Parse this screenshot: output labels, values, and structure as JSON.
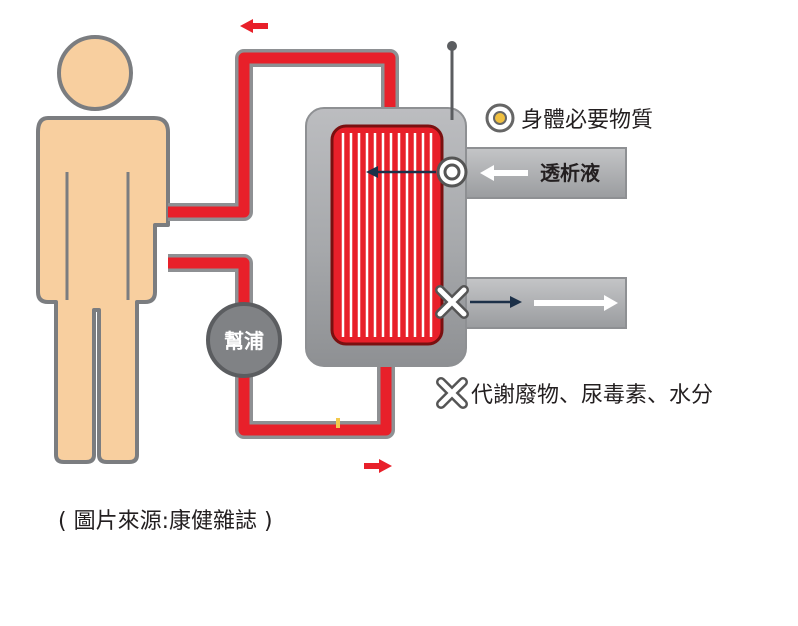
{
  "labels": {
    "essential": "身體必要物質",
    "dialysate": "透析液",
    "pump": "幫浦",
    "waste": "代謝廢物、尿毒素、水分",
    "source": "( 圖片來源:康健雜誌 )"
  },
  "colors": {
    "blood": "#e8202a",
    "skin": "#f8cf9f",
    "skin_outline": "#7b7d80",
    "dialyzer": "#b0b1b3",
    "pump": "#808285",
    "navy": "#1c3048",
    "text": "#231f20"
  }
}
